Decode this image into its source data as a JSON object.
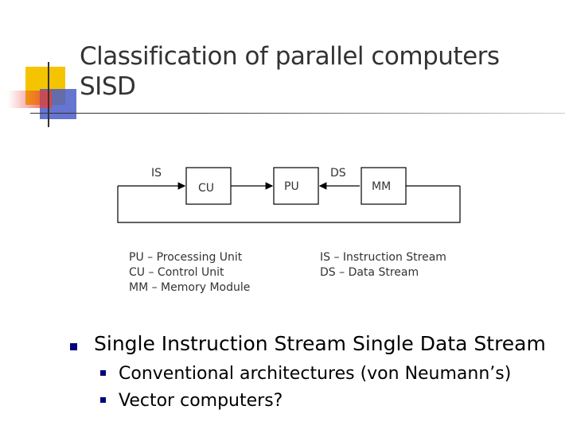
{
  "slide": {
    "title_line1": "Classification of parallel computers",
    "title_line2": "SISD"
  },
  "diagram": {
    "is_label": "IS",
    "ds_label": "DS",
    "cu_label": "CU",
    "pu_label": "PU",
    "mm_label": "MM"
  },
  "legend_left": [
    "PU – Processing Unit",
    "CU – Control Unit",
    "MM – Memory Module"
  ],
  "legend_right": [
    "IS – Instruction Stream",
    "DS – Data Stream"
  ],
  "bullets": {
    "main": "Single Instruction Stream Single Data Stream",
    "sub": [
      "Conventional architectures (von Neumann’s)",
      "Vector computers?"
    ]
  },
  "colors": {
    "accent_yellow": "#F5C400",
    "accent_red": "#E8403A",
    "accent_blue": "#4A5DC8",
    "bullet": "#000080"
  }
}
